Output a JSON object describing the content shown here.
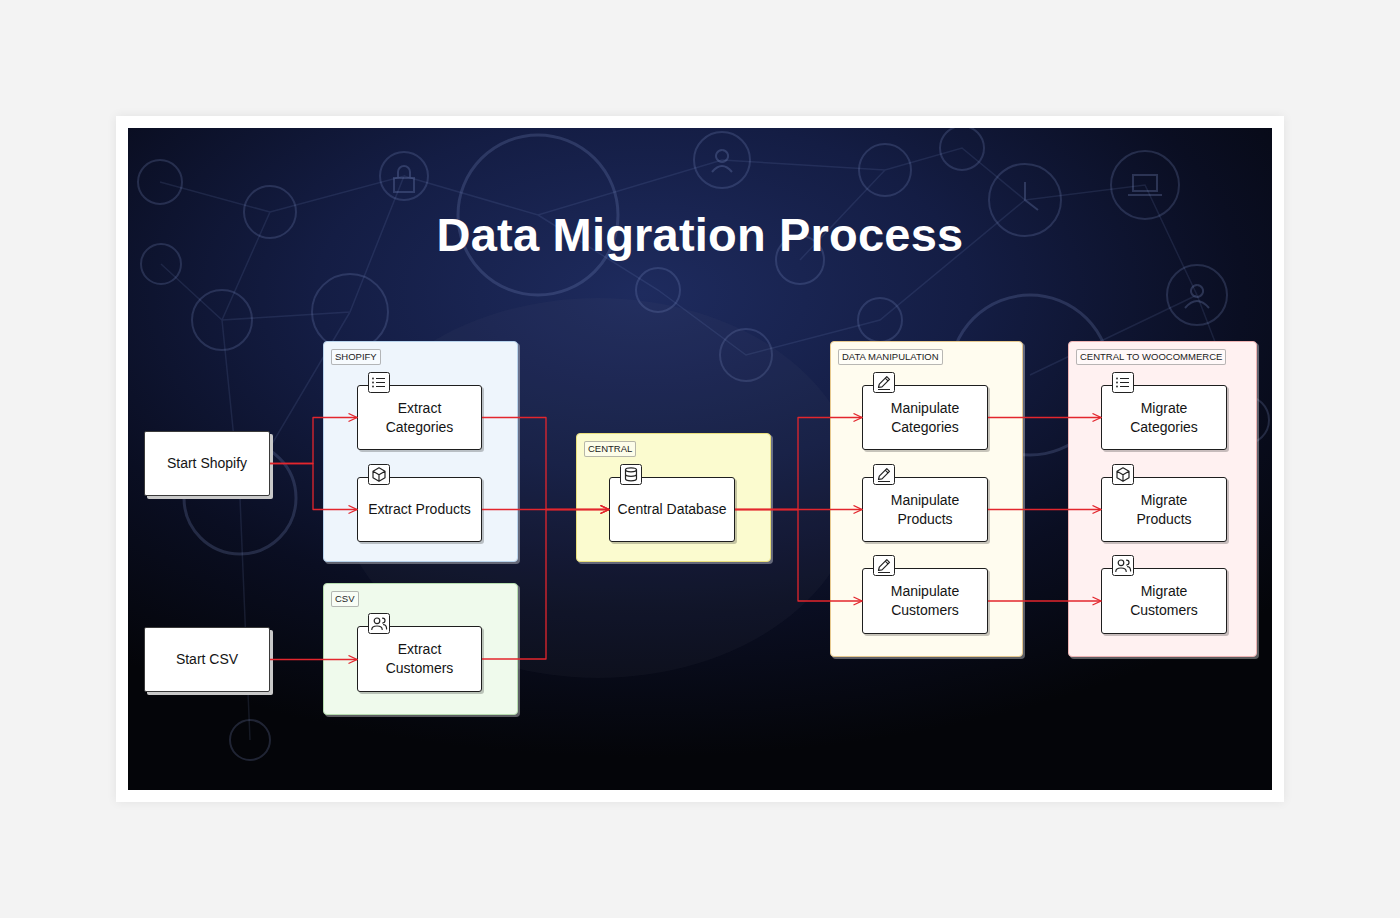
{
  "diagram": {
    "title": "Data Migration Process",
    "nodes": [
      {
        "text": [
          "Start Shopify"
        ]
      },
      {
        "text": [
          "Start CSV"
        ]
      },
      {
        "text": [
          "SHOPIFY"
        ]
      },
      {
        "text": [
          "Extract Categories"
        ],
        "in": 2
      },
      {
        "text": [
          "Extract Products"
        ],
        "in": 2
      },
      {
        "text": [
          "CSV"
        ]
      },
      {
        "text": [
          "Extract Customers"
        ],
        "in": 5
      },
      {
        "text": [
          "CENTRAL"
        ]
      },
      {
        "text": [
          "Central Database"
        ],
        "in": 7
      },
      {
        "text": [
          "DATA MANIPULATION"
        ]
      },
      {
        "text": [
          "Manipulate Categories"
        ],
        "in": 9
      },
      {
        "text": [
          "Manipulate Products"
        ],
        "in": 9
      },
      {
        "text": [
          "Manipulate Customers"
        ],
        "in": 9
      },
      {
        "text": [
          "CENTRAL TO WOOCOMMERCE"
        ]
      },
      {
        "text": [
          "Migrate Categories"
        ],
        "in": 13
      },
      {
        "text": [
          "Migrate Products"
        ],
        "in": 13
      },
      {
        "text": [
          "Migrate Customers"
        ],
        "in": 13
      }
    ],
    "edges": [
      {
        "from": 0,
        "to": 3,
        "arrow": "to"
      },
      {
        "from": 0,
        "to": 4,
        "arrow": "to"
      },
      {
        "from": 1,
        "to": 6,
        "arrow": "to"
      },
      {
        "from": 3,
        "to": 8,
        "arrow": "to"
      },
      {
        "from": 4,
        "to": 8,
        "arrow": "to"
      },
      {
        "from": 6,
        "to": 8,
        "arrow": "to"
      },
      {
        "from": 8,
        "to": 10,
        "arrow": "to"
      },
      {
        "from": 8,
        "to": 11,
        "arrow": "to"
      },
      {
        "from": 8,
        "to": 12,
        "arrow": "to"
      },
      {
        "from": 10,
        "to": 14,
        "arrow": "to"
      },
      {
        "from": 11,
        "to": 15,
        "arrow": "to"
      },
      {
        "from": 12,
        "to": 16,
        "arrow": "to"
      }
    ]
  }
}
